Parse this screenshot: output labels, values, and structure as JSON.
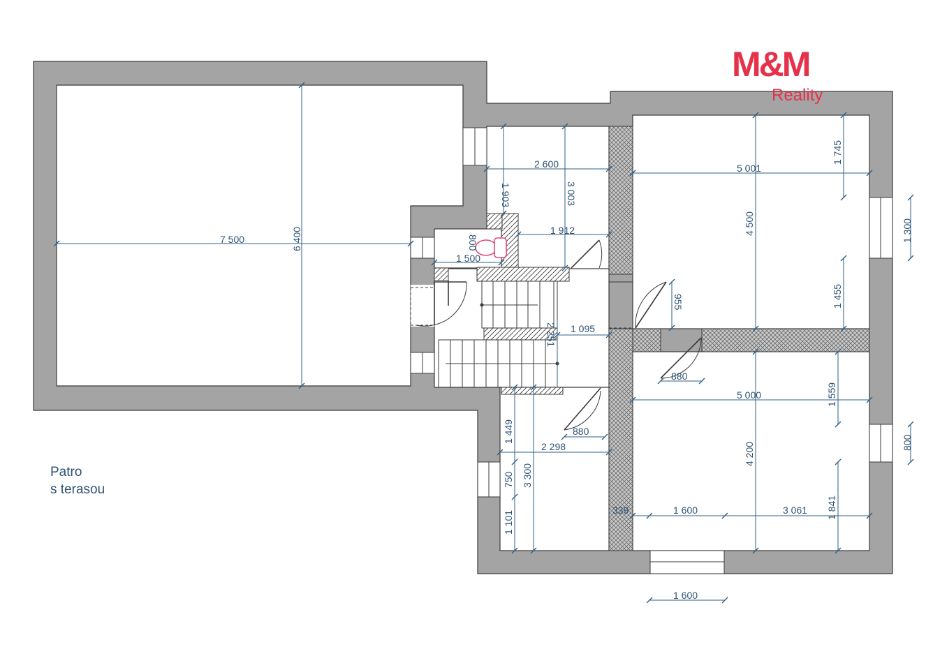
{
  "brand": {
    "logo_main": "M&M",
    "logo_sub": "Reality",
    "color": "#e5324a"
  },
  "caption": {
    "line1": "Patro",
    "line2": "s terasou"
  },
  "colors": {
    "wall": "#a4a4a4",
    "dimension": "#2e5f86",
    "dimension_text": "#2f5274",
    "toilet": "#e0457a"
  },
  "dimensions": {
    "terrace_width": "7 500",
    "terrace_depth": "6 400",
    "hall_width": "2 600",
    "hall_top_depth": "1 903",
    "hall_depth": "3 003",
    "wc_width": "1 912",
    "wc_depth": "800",
    "wc_small": "1 500",
    "room_ne_width": "5 001",
    "room_ne_top": "1 745",
    "room_ne_depth": "4 500",
    "room_ne_lower": "1 455",
    "window_east_1": "1 300",
    "corridor_width": "1 095",
    "corridor_door": "955",
    "stair_width": "2 251",
    "door_room_se": "880",
    "room_se_width": "5 000",
    "room_se_top": "1 559",
    "room_se_depth": "4 200",
    "window_east_2": "800",
    "room_se_bottom": "1 841",
    "door_sw": "880",
    "room_sw_width": "2 298",
    "room_sw_top": "1 449",
    "room_sw_depth": "3 300",
    "room_sw_window": "750",
    "room_sw_bottom": "1 101",
    "wall_small": "339",
    "south_window_inner": "1 600",
    "south_right": "3 061",
    "south_window_outer": "1 600"
  }
}
